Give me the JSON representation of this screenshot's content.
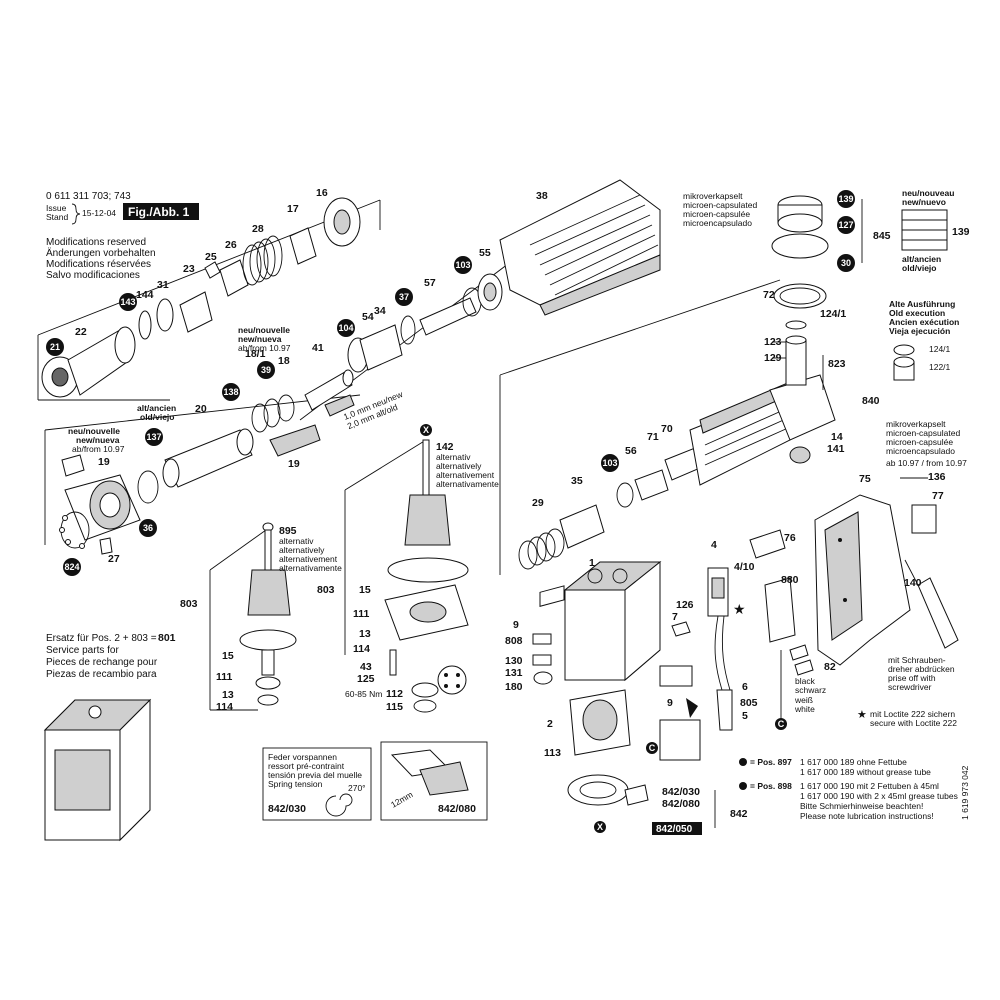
{
  "header": {
    "model": "0 611 311 703; 743",
    "issue_label": "Issue",
    "stand_label": "Stand",
    "date": "15-12-04",
    "fig_label": "Fig./Abb. 1"
  },
  "notes": {
    "modifications": [
      "Modifications reserved",
      "Änderungen vorbehalten",
      "Modifications réservées",
      "Salvo modificaciones"
    ],
    "ersatz": [
      "Ersatz für Pos. 2 + 803 =",
      "Service parts for",
      "Pieces de rechange pour",
      "Piezas de recambio para"
    ],
    "ersatz_num": "801",
    "mikro_top": [
      "mikroverkapselt",
      "microen-capsulated",
      "microen-capsulée",
      "microencapsulado"
    ],
    "neu_top": [
      "neu/nouveau",
      "new/nuevo"
    ],
    "alt_top": [
      "alt/ancien",
      "old/viejo"
    ],
    "alte_ausfuehrung": [
      "Alte Ausführung",
      "Old execution",
      "Ancien exécution",
      "Vieja ejecución"
    ],
    "mikro_right": [
      "mikroverkapselt",
      "microen-capsulated",
      "microen-capsulée",
      "microencapsulado",
      "ab 10.97 / from 10.97"
    ],
    "neu_mid": [
      "neu/nouvelle",
      "new/nueva",
      "ab/from 10.97"
    ],
    "alt_left": [
      "alt/ancien",
      "old/viejo"
    ],
    "neu_left": [
      "neu/nouvelle",
      "new/nueva",
      "ab/from 10.97"
    ],
    "alternativ_895": [
      "alternativ",
      "alternatively",
      "alternativement",
      "alternativamente"
    ],
    "alternativ_142": [
      "alternativ",
      "alternatively",
      "alternativement",
      "alternativamente"
    ],
    "shim": [
      "1,0 mm neu/new",
      "2,0 mm alt/old"
    ],
    "torque": "60-85 Nm",
    "feder": [
      "Feder vorspannen",
      "ressort pré-contraint",
      "tensión previa del muelle",
      "Spring tension"
    ],
    "angle": "270°",
    "gap": "12mm",
    "black": [
      "black",
      "schwarz"
    ],
    "white": [
      "weiß",
      "white"
    ],
    "screwdriver": [
      "mit Schrauben-",
      "dreher abdrücken",
      "prise off with",
      "screwdriver"
    ],
    "loctite": [
      "mit Loctite 222 sichern",
      "secure with Loctite 222"
    ],
    "grease": [
      {
        "pos": "= Pos. 897",
        "text": "1 617 000 189 ohne Fettube"
      },
      {
        "pos": "",
        "text": "1 617 000 189 without grease tube"
      },
      {
        "pos": "= Pos. 898",
        "text": "1 617 000 190 mit 2 Fettuben à 45ml"
      },
      {
        "pos": "",
        "text": "1 617 000 190 with 2 x 45ml grease tubes"
      },
      {
        "pos": "",
        "text": "Bitte Schmierhinweise beachten!"
      },
      {
        "pos": "",
        "text": "Please note lubrication instructions!"
      }
    ],
    "docnum": "1 619 973 042"
  },
  "part_numbers": {
    "p16": "16",
    "p17": "17",
    "p28": "28",
    "p26": "26",
    "p25": "25",
    "p23": "23",
    "p31": "31",
    "p144": "144",
    "p143": "143",
    "p22": "22",
    "p21": "21",
    "p38": "38",
    "p55": "55",
    "p103a": "103",
    "p57": "57",
    "p37": "37",
    "p34": "34",
    "p54": "54",
    "p104": "104",
    "p41": "41",
    "p18_1": "18/1",
    "p18": "18",
    "p39": "39",
    "p138": "138",
    "p20": "20",
    "p19a": "19",
    "p19b": "19",
    "p137": "137",
    "p36": "36",
    "p27": "27",
    "p824": "824",
    "p142": "142",
    "p895": "895",
    "p803a": "803",
    "p803b": "803",
    "p15a": "15",
    "p15b": "15",
    "p111a": "111",
    "p111b": "111",
    "p13a": "13",
    "p13b": "13",
    "p114a": "114",
    "p114b": "114",
    "p43": "43",
    "p125": "125",
    "p112": "112",
    "p115": "115",
    "p139a": "139",
    "p127": "127",
    "p30": "30",
    "p845": "845",
    "p139b": "139",
    "p72": "72",
    "p124_1a": "124/1",
    "p124_1b": "124/1",
    "p122_1": "122/1",
    "p123": "123",
    "p129": "129",
    "p823": "823",
    "p840": "840",
    "p14": "14",
    "p141": "141",
    "p56": "56",
    "p71": "71",
    "p70": "70",
    "p103b": "103",
    "p35": "35",
    "p29": "29",
    "p136": "136",
    "p75": "75",
    "p77": "77",
    "p76": "76",
    "p4": "4",
    "p4_10": "4/10",
    "p880": "880",
    "p1": "1",
    "p9a": "9",
    "p9b": "9",
    "p126": "126",
    "p7": "7",
    "p808": "808",
    "p130": "130",
    "p131": "131",
    "p180": "180",
    "p140": "140",
    "p82": "82",
    "p6": "6",
    "p805": "805",
    "p5": "5",
    "p2": "2",
    "p113": "113",
    "p842": "842",
    "p842_030a": "842/030",
    "p842_080a": "842/080",
    "p842_050": "842/050",
    "p842_030b": "842/030",
    "p842_080b": "842/080",
    "p_x1": "X",
    "p_x2": "X",
    "p_c1": "C",
    "p_c2": "C"
  }
}
